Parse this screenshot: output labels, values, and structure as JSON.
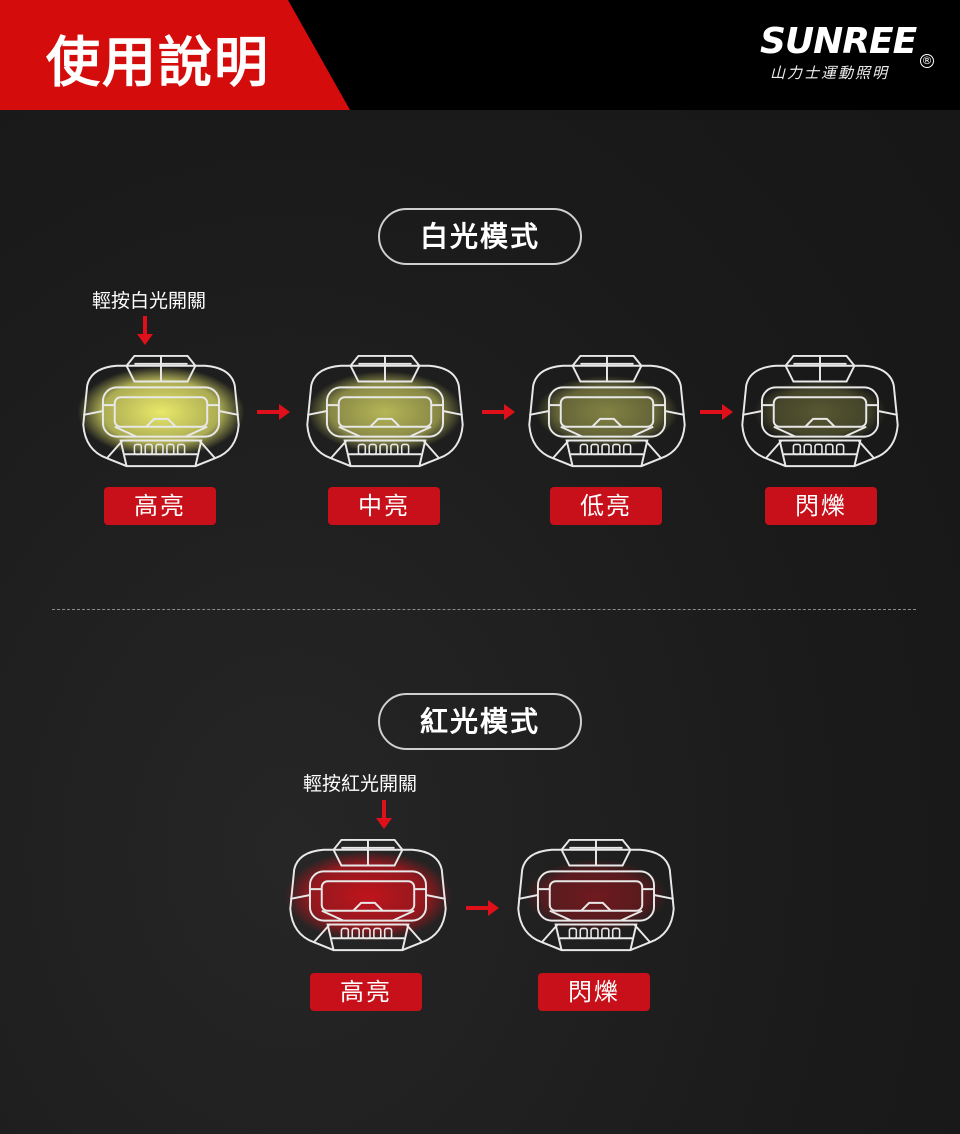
{
  "header": {
    "title": "使用說明",
    "logo_text": "SUNREE",
    "logo_sub": "山力士運動照明",
    "logo_reg": "®",
    "accent": "#d40c0c"
  },
  "white_mode": {
    "title": "白光模式",
    "hint": "輕按白光開關",
    "steps": [
      {
        "label": "高亮",
        "glow": 1.0
      },
      {
        "label": "中亮",
        "glow": 0.75
      },
      {
        "label": "低亮",
        "glow": 0.5
      },
      {
        "label": "閃爍",
        "glow": 0.3
      }
    ],
    "glow_color": "#e8e86a"
  },
  "red_mode": {
    "title": "紅光模式",
    "hint": "輕按紅光開關",
    "steps": [
      {
        "label": "高亮",
        "glow": 1.0
      },
      {
        "label": "閃爍",
        "glow": 0.5
      }
    ],
    "glow_color": "#c0141c"
  }
}
